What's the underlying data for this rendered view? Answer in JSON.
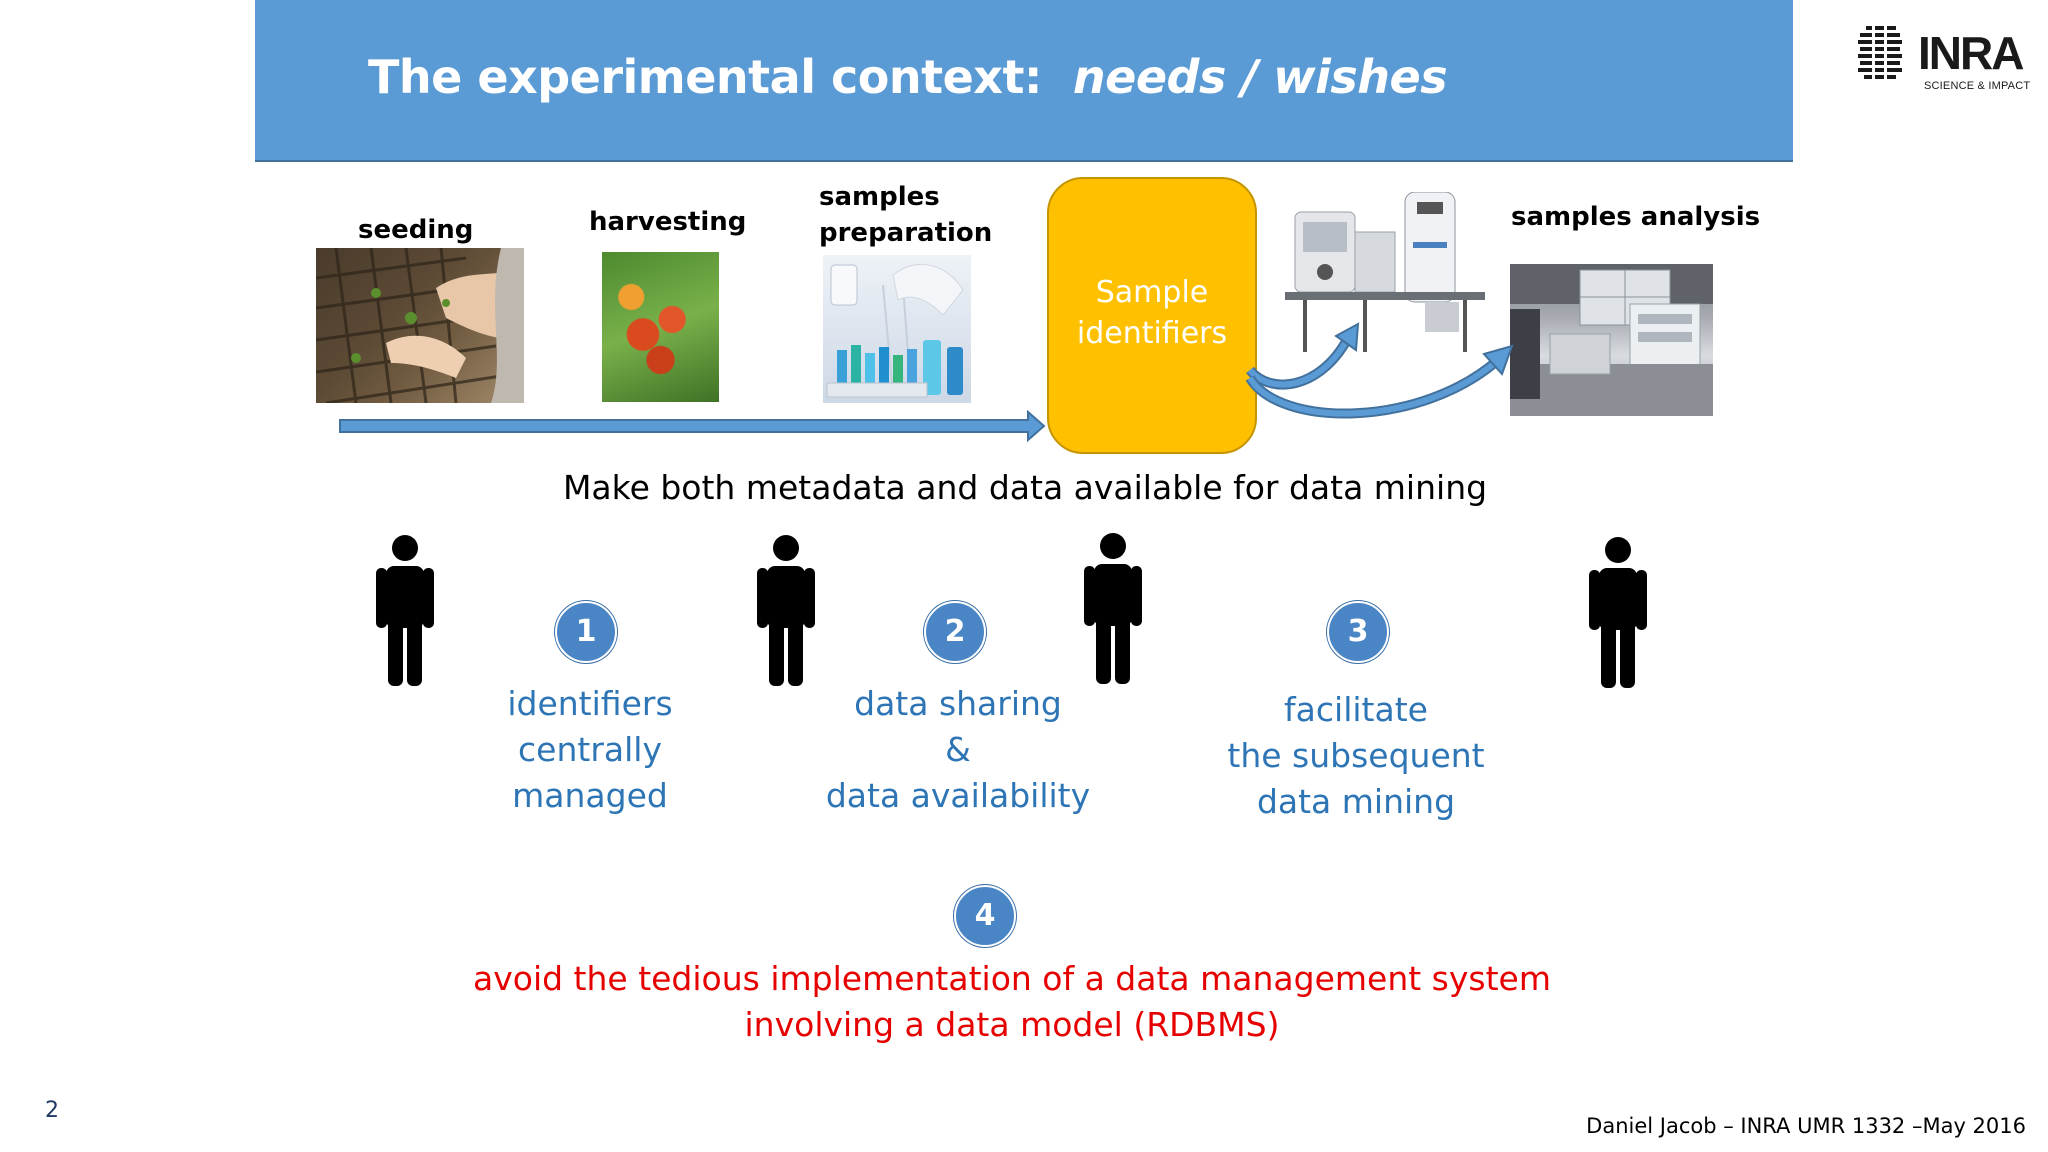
{
  "header": {
    "title_plain": "The experimental context:",
    "title_italic": "needs / wishes",
    "bar_color": "#5b9bd5"
  },
  "logo": {
    "name": "INRA",
    "tagline": "SCIENCE & IMPACT"
  },
  "workflow": {
    "steps": {
      "seeding": "seeding",
      "harvesting": "harvesting",
      "samples_preparation_line1": "samples",
      "samples_preparation_line2": "preparation",
      "samples_analysis": "samples analysis"
    },
    "sample_box": {
      "line1": "Sample",
      "line2": "identifiers",
      "color": "#ffc000"
    }
  },
  "goal": "Make both metadata and data available for data mining",
  "needs": [
    {
      "number": "1",
      "lines": [
        "identifiers",
        "centrally",
        "managed"
      ]
    },
    {
      "number": "2",
      "lines": [
        "data sharing",
        "&",
        "data availability"
      ]
    },
    {
      "number": "3",
      "lines": [
        "facilitate",
        "the subsequent",
        "data mining"
      ]
    },
    {
      "number": "4",
      "lines": [
        "avoid the tedious implementation of a data management system",
        "involving a data model (RDBMS)"
      ]
    }
  ],
  "colors": {
    "need_text": "#2e75b6",
    "warning_text": "#e60000",
    "badge": "#4a86c6"
  },
  "footer": {
    "page_number": "2",
    "credit": "Daniel Jacob – INRA UMR 1332 –May 2016"
  }
}
